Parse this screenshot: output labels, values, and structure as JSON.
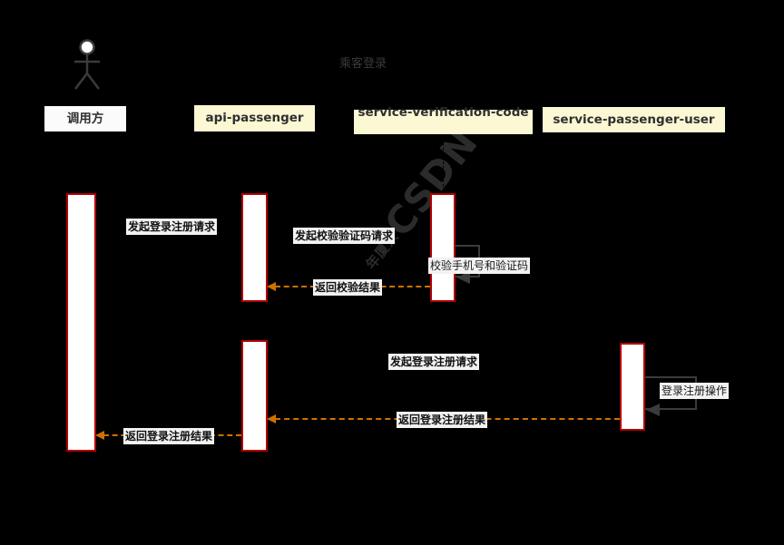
{
  "diagram": {
    "title": "乘客登录",
    "watermark_lines": [
      "CSDN",
      "年厦大"
    ],
    "type": "uml-sequence-diagram",
    "background_color": "#000000",
    "activation_fill": "#ffffff",
    "activation_border": "#b40000",
    "return_arrow_color": "#cf7000",
    "self_message_color": "#3b3b3b",
    "participant_fill": "#fcf8d4",
    "actor_fill": "#fbfbfb"
  },
  "participants": [
    {
      "id": "caller",
      "label": "调用方",
      "kind": "actor",
      "style": "white"
    },
    {
      "id": "api",
      "label": "api-passenger",
      "kind": "object",
      "style": "yellow"
    },
    {
      "id": "verify",
      "label": "service-verification-code",
      "kind": "object",
      "style": "yellow"
    },
    {
      "id": "user",
      "label": "service-passenger-user",
      "kind": "object",
      "style": "yellow"
    }
  ],
  "messages": [
    {
      "id": "m1",
      "label": "发起登录注册请求",
      "from": "caller",
      "to": "api",
      "kind": "call"
    },
    {
      "id": "m2",
      "label": "发起校验验证码请求",
      "from": "api",
      "to": "verify",
      "kind": "call"
    },
    {
      "id": "m3",
      "label": "校验手机号和验证码",
      "from": "verify",
      "to": "verify",
      "kind": "self"
    },
    {
      "id": "m4",
      "label": "返回校验结果",
      "from": "verify",
      "to": "api",
      "kind": "return"
    },
    {
      "id": "m5",
      "label": "发起登录注册请求",
      "from": "api",
      "to": "user",
      "kind": "call"
    },
    {
      "id": "m6",
      "label": "登录注册操作",
      "from": "user",
      "to": "user",
      "kind": "self"
    },
    {
      "id": "m7",
      "label": "返回登录注册结果",
      "from": "user",
      "to": "api",
      "kind": "return"
    },
    {
      "id": "m8",
      "label": "返回登录注册结果",
      "from": "api",
      "to": "caller",
      "kind": "return"
    }
  ]
}
